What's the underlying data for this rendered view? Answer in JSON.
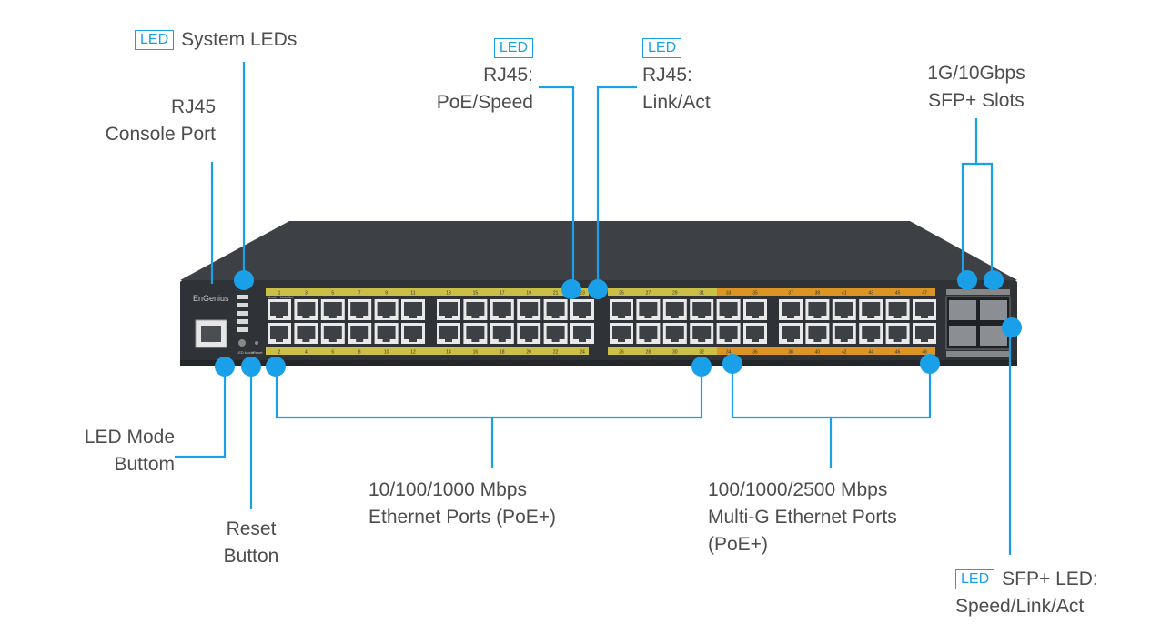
{
  "led_tag": "LED",
  "device": {
    "brand": "EnGenius",
    "panel_labels": [
      "Mode",
      "Link/Act"
    ],
    "port_numbers_top": [
      "1",
      "3",
      "5",
      "7",
      "9",
      "11",
      "13",
      "15",
      "17",
      "19",
      "21",
      "23",
      "25",
      "27",
      "29",
      "31",
      "33",
      "35",
      "37",
      "39",
      "41",
      "43",
      "45",
      "47"
    ],
    "port_numbers_bottom": [
      "2",
      "4",
      "6",
      "8",
      "10",
      "12",
      "14",
      "16",
      "18",
      "20",
      "22",
      "24",
      "26",
      "28",
      "30",
      "32",
      "34",
      "36",
      "38",
      "40",
      "42",
      "44",
      "46",
      "48"
    ],
    "button_labels": [
      "LED Mode",
      "Reset"
    ]
  },
  "labels": {
    "system_leds": "System LEDs",
    "console_port": [
      "RJ45",
      "Console Port"
    ],
    "poe_speed": [
      "RJ45:",
      "PoE/Speed"
    ],
    "link_act": [
      "RJ45:",
      "Link/Act"
    ],
    "sfp_slots": [
      "1G/10Gbps",
      "SFP+ Slots"
    ],
    "led_mode": [
      "LED Mode",
      "Buttom"
    ],
    "reset": [
      "Reset",
      "Button"
    ],
    "ethernet": [
      "10/100/1000 Mbps",
      "Ethernet Ports (PoE+)"
    ],
    "multig": [
      "100/1000/2500 Mbps",
      "Multi-G Ethernet Ports",
      "(PoE+)"
    ],
    "sfp_led": [
      "SFP+ LED:",
      "Speed/Link/Act"
    ]
  },
  "colors": {
    "accent": "#1aa0e8",
    "chassis": "#3c3f44",
    "port_strip_yellow": "#e8d84a",
    "port_strip_orange": "#f0a020"
  }
}
